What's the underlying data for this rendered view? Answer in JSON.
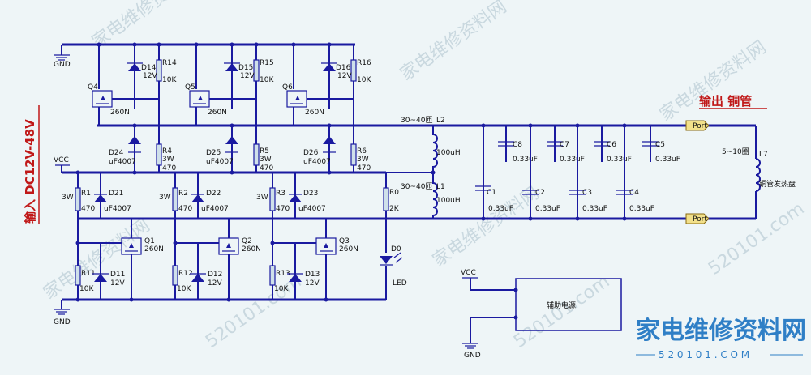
{
  "title_input": "输入 DC12V-48V",
  "title_output": "输出 铜管",
  "watermark_site": "家电维修资料网",
  "watermark_url": "520101.com",
  "brand_cn": "家电维修资料网",
  "brand_url": "5 2 0 1 0 1 . C O M",
  "net_gnd": "GND",
  "net_vcc": "VCC",
  "port": "Port",
  "turns_a": "30~40匝",
  "turns_b": "30~40匝",
  "turns_out": "5~10圈",
  "coil_label": "铜管发热盘",
  "aux_box": "辅助电源",
  "top_cells": [
    {
      "d": "D14",
      "v": "12V",
      "r": "R14",
      "rv": "10K",
      "q": "Q4",
      "qv": "260N",
      "dl": "D24",
      "dlv": "uF4007",
      "rl": "R4",
      "rlv": "3W",
      "rlv2": "470"
    },
    {
      "d": "D15",
      "v": "12V",
      "r": "R15",
      "rv": "10K",
      "q": "Q5",
      "qv": "260N",
      "dl": "D25",
      "dlv": "uF4007",
      "rl": "R5",
      "rlv": "3W",
      "rlv2": "470"
    },
    {
      "d": "D16",
      "v": "12V",
      "r": "R16",
      "rv": "10K",
      "q": "Q6",
      "qv": "260N",
      "dl": "D26",
      "dlv": "uF4007",
      "rl": "R6",
      "rlv": "3W",
      "rlv2": "470"
    }
  ],
  "bot_cells": [
    {
      "r": "R1",
      "rw": "3W",
      "rv": "470",
      "d": "D21",
      "dv": "uF4007",
      "q": "Q1",
      "qv": "260N",
      "rb": "R11",
      "rbv": "10K",
      "db": "D11",
      "dbv": "12V"
    },
    {
      "r": "R2",
      "rw": "3W",
      "rv": "470",
      "d": "D22",
      "dv": "uF4007",
      "q": "Q2",
      "qv": "260N",
      "rb": "R12",
      "rbv": "10K",
      "db": "D12",
      "dbv": "12V"
    },
    {
      "r": "R3",
      "rw": "3W",
      "rv": "470",
      "d": "D23",
      "dv": "uF4007",
      "q": "Q3",
      "qv": "260N",
      "rb": "R13",
      "rbv": "10K",
      "db": "D13",
      "dbv": "12V"
    }
  ],
  "r0": "R0",
  "r0v": "2K",
  "led_ref": "D0",
  "led": "LED",
  "l2": "L2",
  "l2v": "100uH",
  "l1": "L1",
  "l1v": "100uH",
  "l7": "L7",
  "caps_top": [
    {
      "ref": "C8",
      "v": "0.33uF"
    },
    {
      "ref": "C7",
      "v": "0.33uF"
    },
    {
      "ref": "C6",
      "v": "0.33uF"
    },
    {
      "ref": "C5",
      "v": "0.33uF"
    }
  ],
  "caps_bot": [
    {
      "ref": "C1",
      "v": "0.33uF"
    },
    {
      "ref": "C2",
      "v": "0.33uF"
    },
    {
      "ref": "C3",
      "v": "0.33uF"
    },
    {
      "ref": "C4",
      "v": "0.33uF"
    }
  ]
}
